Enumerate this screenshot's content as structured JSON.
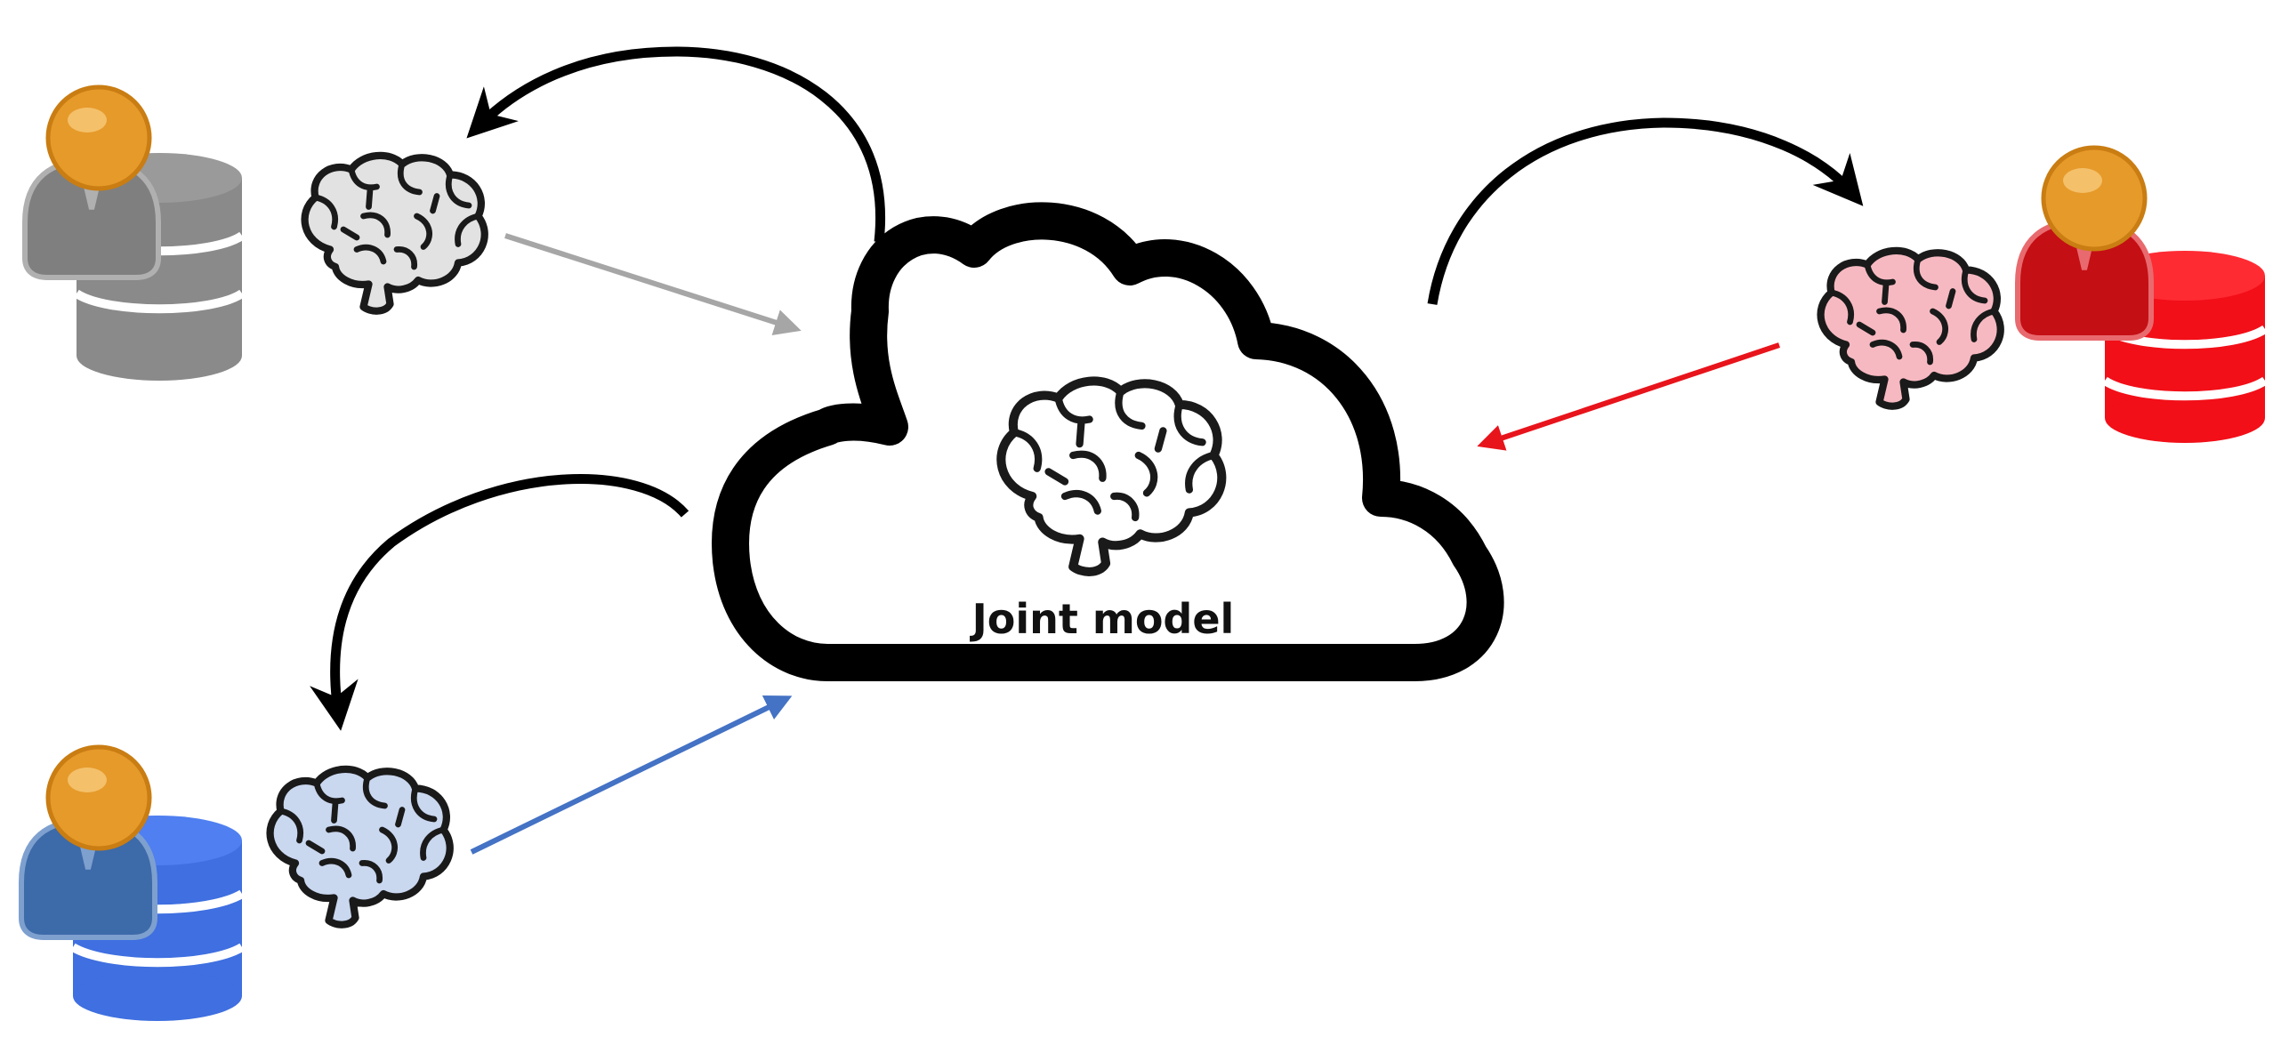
{
  "cloud": {
    "label": "Joint model",
    "icon": "brain-icon"
  },
  "clients": [
    {
      "id": "gray",
      "color": "#8a8a8a",
      "icons": [
        "user-icon",
        "database-icon",
        "brain-icon"
      ]
    },
    {
      "id": "blue",
      "color": "#3f6fc7",
      "icons": [
        "user-icon",
        "database-icon",
        "brain-icon"
      ]
    },
    {
      "id": "red",
      "color": "#e8141c",
      "icons": [
        "user-icon",
        "database-icon",
        "brain-icon"
      ]
    }
  ],
  "colors": {
    "arrow_black": "#000000",
    "upload_gray": "#a6a6a6",
    "upload_blue": "#4472c4",
    "upload_red": "#e8141c",
    "avatar_head": "#e69a2a"
  }
}
